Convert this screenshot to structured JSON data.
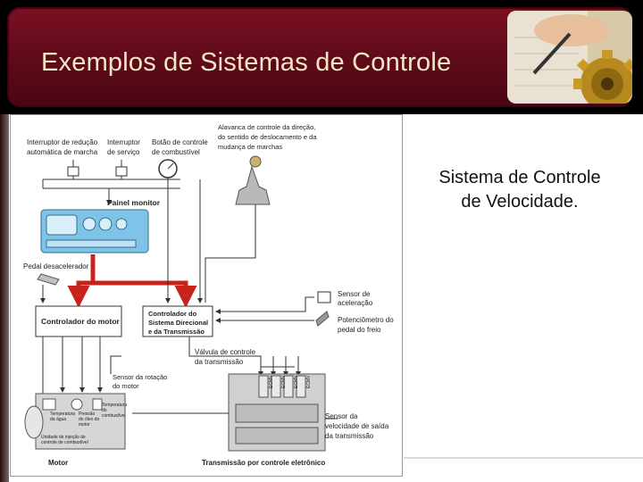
{
  "slide": {
    "title": "Exemplos de Sistemas de Controle",
    "caption_line1": "Sistema de Controle",
    "caption_line2": "de Velocidade."
  },
  "diagram": {
    "labels": {
      "interruptor_reducao_1": "Interruptor de redução",
      "interruptor_reducao_2": "automática de marcha",
      "interruptor_servico_1": "Interruptor",
      "interruptor_servico_2": "de serviço",
      "botao_combustivel_1": "Botão de controle",
      "botao_combustivel_2": "de combustível",
      "alavanca_1": "Alavanca de controle da direção,",
      "alavanca_2": "do sentido de deslocamento e da",
      "alavanca_3": "mudança de marchas",
      "painel_monitor": "Painel monitor",
      "pedal_desacelerador": "Pedal desacelerador",
      "sensor_aceleracao_1": "Sensor de",
      "sensor_aceleracao_2": "aceleração",
      "potenciometro_1": "Potenciômetro do",
      "potenciometro_2": "pedal do freio",
      "controlador_motor": "Controlador do motor",
      "controlador_sistema_1": "Controlador do",
      "controlador_sistema_2": "Sistema Direcional",
      "controlador_sistema_3": "e da Transmissão",
      "valvula_1": "Válvula de controle",
      "valvula_2": "da transmissão",
      "sensor_rotacao_1": "Sensor da rotação",
      "sensor_rotacao_2": "do motor",
      "temp_agua_1": "Temperatura",
      "temp_agua_2": "da água",
      "pressao_oleo_1": "Pressão",
      "pressao_oleo_2": "do óleo do",
      "pressao_oleo_3": "motor",
      "temp_combustivel_1": "Temperatura",
      "temp_combustivel_2": "do",
      "temp_combustivel_3": "combustível",
      "unidade_injecao_1": "Unidade de injeção de",
      "unidade_injecao_2": "controle de combustível",
      "motor": "Motor",
      "sensor_velocidade_1": "Sensor da",
      "sensor_velocidade_2": "velocidade de saída",
      "sensor_velocidade_3": "da transmissão",
      "transmissao": "Transmissão por controle eletrônico",
      "ecmv": "ECMV"
    }
  },
  "colors": {
    "title_panel": "#6a0d1d",
    "title_text": "#f3e6c8",
    "arrow_red": "#c8221c",
    "panel_blue": "#7fc4e8"
  }
}
